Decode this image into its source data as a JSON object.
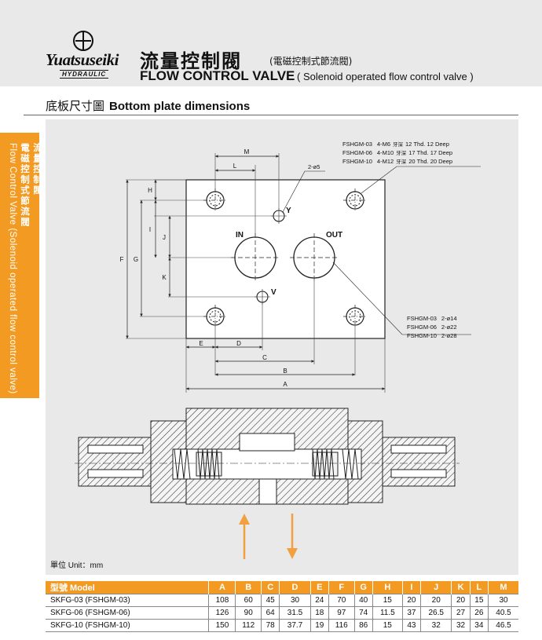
{
  "brand": {
    "name": "Yuatsuseiki",
    "sub": "HYDRAULIC"
  },
  "header": {
    "title_cn": "流量控制閥",
    "title_cn_sub": "(電磁控制式節流閥)",
    "title_en": "FLOW CONTROL VALVE",
    "title_en_sub": "( Solenoid operated flow control valve )"
  },
  "section": {
    "title_cn": "底板尺寸圖",
    "title_en": "Bottom plate dimensions"
  },
  "side_tab": {
    "cn_line1": "流量控制閥",
    "cn_line2": "電磁控制式節流閥",
    "en_line1": "Flow Control Valve (Solenoid operated flow control valve)"
  },
  "drawing": {
    "bolt_specs": [
      {
        "model": "FSHGM-03",
        "thread": "4-M6",
        "depth_cn": "牙深",
        "depth": "12 Thd. 12 Deep"
      },
      {
        "model": "FSHGM-06",
        "thread": "4-M10",
        "depth_cn": "牙深",
        "depth": "17 Thd. 17 Deep"
      },
      {
        "model": "FSHGM-10",
        "thread": "4-M12",
        "depth_cn": "牙深",
        "depth": "20 Thd. 20 Deep"
      }
    ],
    "port_specs": [
      {
        "model": "FSHGM-03",
        "spec": "2-ø14"
      },
      {
        "model": "FSHGM-06",
        "spec": "2-ø22"
      },
      {
        "model": "FSHGM-10",
        "spec": "2-ø28"
      }
    ],
    "pin_spec": "2-ø5",
    "label_in": "IN",
    "label_out": "OUT",
    "label_y": "Y",
    "label_v": "V",
    "dim": {
      "A": "A",
      "B": "B",
      "C": "C",
      "D": "D",
      "E": "E",
      "F": "F",
      "G": "G",
      "H": "H",
      "I": "I",
      "J": "J",
      "K": "K",
      "L": "L",
      "M": "M"
    }
  },
  "unit_label": "單位 Unit：mm",
  "table": {
    "model_header": "型號 Model",
    "columns": [
      "A",
      "B",
      "C",
      "D",
      "E",
      "F",
      "G",
      "H",
      "I",
      "J",
      "K",
      "L",
      "M"
    ],
    "rows": [
      {
        "model": "SKFG-03 (FSHGM-03)",
        "values": [
          "108",
          "60",
          "45",
          "30",
          "24",
          "70",
          "40",
          "15",
          "20",
          "20",
          "20",
          "15",
          "30"
        ]
      },
      {
        "model": "SKFG-06 (FSHGM-06)",
        "values": [
          "126",
          "90",
          "64",
          "31.5",
          "18",
          "97",
          "74",
          "11.5",
          "37",
          "26.5",
          "27",
          "26",
          "40.5"
        ]
      },
      {
        "model": "SKFG-10 (FSHGM-10)",
        "values": [
          "150",
          "112",
          "78",
          "37.7",
          "19",
          "116",
          "86",
          "15",
          "43",
          "32",
          "32",
          "34",
          "46.5"
        ]
      }
    ]
  },
  "colors": {
    "accent": "#f39a22",
    "panel": "#e9e9e9",
    "flow_arrow": "#f0a040"
  }
}
